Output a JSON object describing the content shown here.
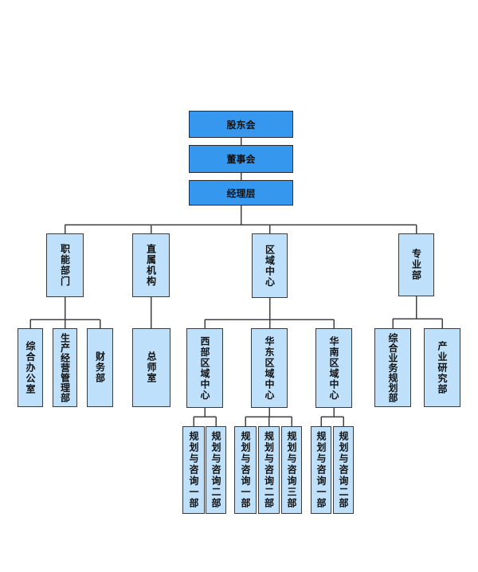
{
  "colors": {
    "top_fill": "#3598ee",
    "node_fill": "#bee0fa",
    "border": "#3a3a3a",
    "line": "#404040"
  },
  "org": {
    "top": [
      {
        "label": "股东会"
      },
      {
        "label": "董事会"
      },
      {
        "label": "经理层"
      }
    ],
    "divisions": [
      {
        "label": "职能部门",
        "children": [
          {
            "label": "综合办公室"
          },
          {
            "label": "生产经营管理部"
          },
          {
            "label": "财务部"
          }
        ]
      },
      {
        "label": "直属机构",
        "children": [
          {
            "label": "总师室"
          }
        ]
      },
      {
        "label": "区域中心",
        "children": [
          {
            "label": "西部区域中心",
            "children": [
              "规划与咨询一部",
              "规划与咨询二部"
            ]
          },
          {
            "label": "华东区域中心",
            "children": [
              "规划与咨询一部",
              "规划与咨询二部",
              "规划与咨询三部"
            ]
          },
          {
            "label": "华南区域中心",
            "children": [
              "规划与咨询一部",
              "规划与咨询二部"
            ]
          }
        ]
      },
      {
        "label": "专业部",
        "children": [
          {
            "label": "综合业务规划部"
          },
          {
            "label": "产业研究部"
          }
        ]
      }
    ]
  }
}
